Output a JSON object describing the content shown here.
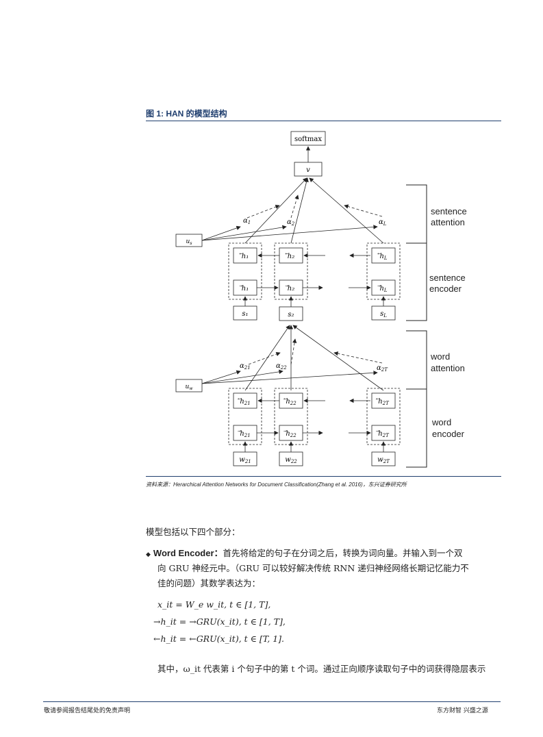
{
  "figure": {
    "title": "图 1: HAN 的模型结构",
    "source": "资料来源：Herarchical Attention Networks for Document Classification(Zhang et al. 2016)，东兴证券研究所",
    "diagram": {
      "top_box": "softmax",
      "v_box": "v",
      "us": "u_s",
      "uw": "u_w",
      "sent_alphas": [
        "α1",
        "α2",
        "αL"
      ],
      "sent_back": [
        "h1",
        "h2",
        "hL"
      ],
      "sent_fwd": [
        "h1",
        "h2",
        "hL"
      ],
      "sent_inputs": [
        "s1",
        "s2",
        "sL"
      ],
      "word_alphas": [
        "α21",
        "α22",
        "α2T"
      ],
      "word_back": [
        "h21",
        "h22",
        "h2T"
      ],
      "word_fwd": [
        "h21",
        "h22",
        "h2T"
      ],
      "word_inputs": [
        "w21",
        "w22",
        "w2T"
      ],
      "side_labels": [
        [
          "sentence",
          "attention"
        ],
        [
          "sentence",
          "encoder"
        ],
        [
          "word",
          "attention"
        ],
        [
          "word",
          "encoder"
        ]
      ]
    }
  },
  "body": {
    "intro": "模型包括以下四个部分：",
    "bullet_symbol": "◆",
    "bullet_title": "Word Encoder：",
    "bullet_text_1": "首先将给定的句子在分词之后，转换为词向量。并输入到一个双",
    "bullet_text_2": "向 GRU 神经元中。（GRU 可以较好解决传统 RNN 递归神经网络长期记忆能力不",
    "bullet_text_3": "佳的问题）其数学表达为：",
    "equations": [
      "x_it = W_e w_it, t ∈ [1, T],",
      "→h_it = →GRU(x_it), t ∈ [1, T],",
      "←h_it = ←GRU(x_it), t ∈ [T, 1]."
    ],
    "last_line": "其中，ω_it 代表第 i 个句子中的第 t 个词。通过正向顺序读取句子中的词获得隐层表示"
  },
  "footer": {
    "left": "敬请参阅报告结尾处的免责声明",
    "right": "东方财智 兴盛之源"
  }
}
